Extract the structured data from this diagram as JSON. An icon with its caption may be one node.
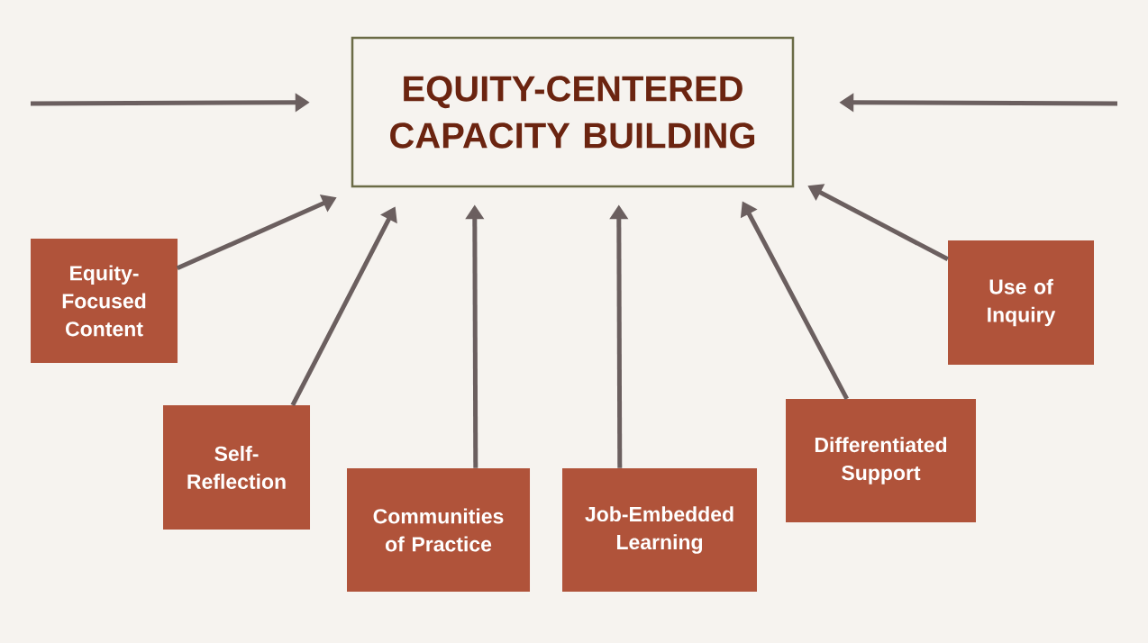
{
  "diagram": {
    "nodes": [
      {
        "text": [
          "EQUITY-CENTERED CAPACITY BUILDING"
        ]
      },
      {
        "text": [
          "Equity-Focused Content"
        ]
      },
      {
        "text": [
          "Self-Reflection"
        ]
      },
      {
        "text": [
          "Communities of Practice"
        ]
      },
      {
        "text": [
          "Job-Embedded Learning"
        ]
      },
      {
        "text": [
          "Differentiated Support"
        ]
      },
      {
        "text": [
          "Use of Inquiry"
        ]
      }
    ],
    "edges": [
      {
        "from": null,
        "to": 0,
        "arrow": "to"
      },
      {
        "from": null,
        "to": 0,
        "arrow": "to"
      },
      {
        "from": 1,
        "to": 0,
        "arrow": "to"
      },
      {
        "from": 2,
        "to": 0,
        "arrow": "to"
      },
      {
        "from": 3,
        "to": 0,
        "arrow": "to"
      },
      {
        "from": 4,
        "to": 0,
        "arrow": "to"
      },
      {
        "from": 5,
        "to": 0,
        "arrow": "to"
      },
      {
        "from": 6,
        "to": 0,
        "arrow": "to"
      }
    ]
  }
}
